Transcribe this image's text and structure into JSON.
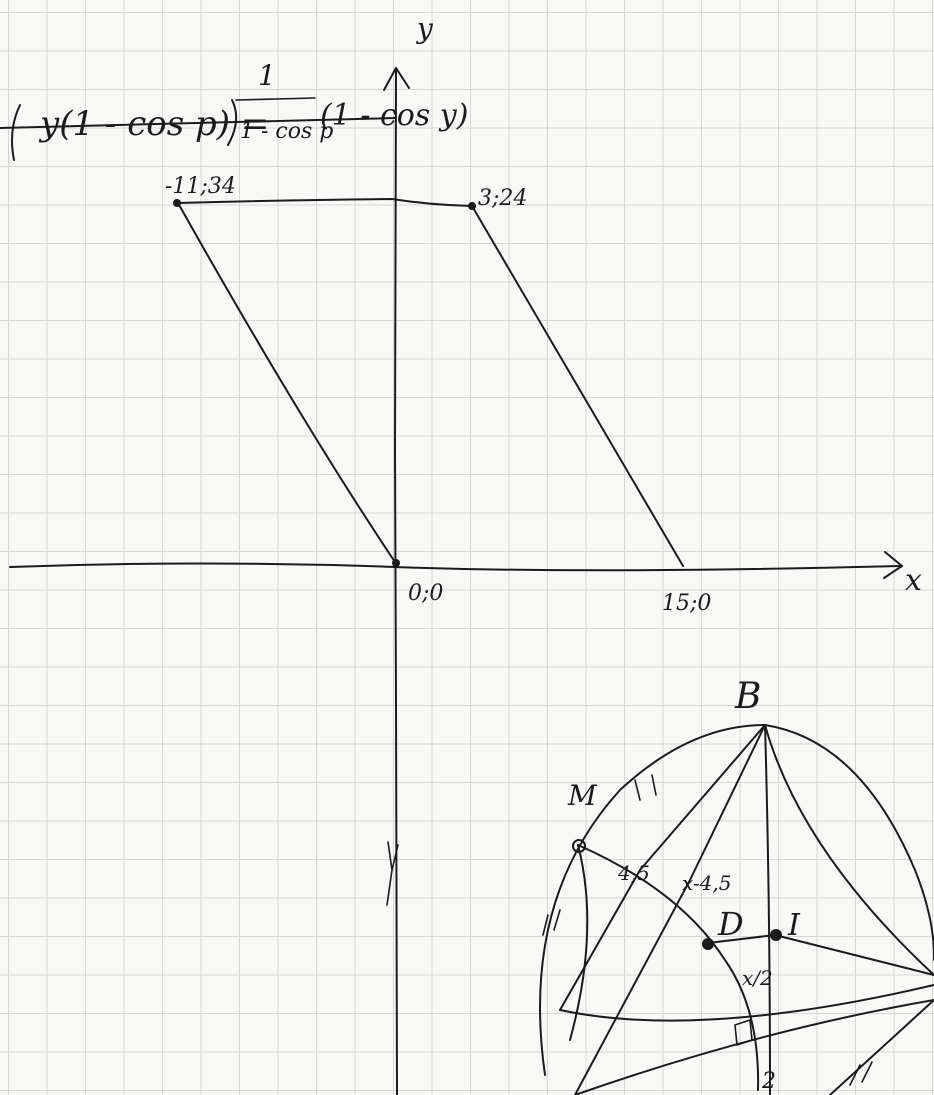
{
  "graph": {
    "axis_y_label": "y",
    "axis_x_label": "x",
    "points": {
      "p1": "-11;34",
      "p2": "3;24",
      "origin": "0;0",
      "p3": "15;0"
    }
  },
  "equation": {
    "left": "y(1 - cos p) =",
    "numerator": "1",
    "denominator": "1 - cos p",
    "right": "(1 - cos y)"
  },
  "geometry": {
    "vertex_B": "B",
    "label_M": "M",
    "label_D": "D",
    "label_I": "I",
    "seg_a": "4,5",
    "seg_b": "x-4,5",
    "seg_c": "x/2",
    "seg_d": "2"
  }
}
